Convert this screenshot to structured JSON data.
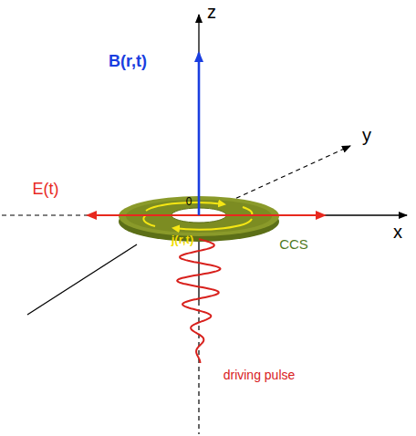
{
  "diagram": {
    "labels": [
      "z",
      "y",
      "x",
      "B(r,t)",
      "E(t)",
      "0",
      "j(r,t)",
      "CCS",
      "driving pulse"
    ]
  }
}
